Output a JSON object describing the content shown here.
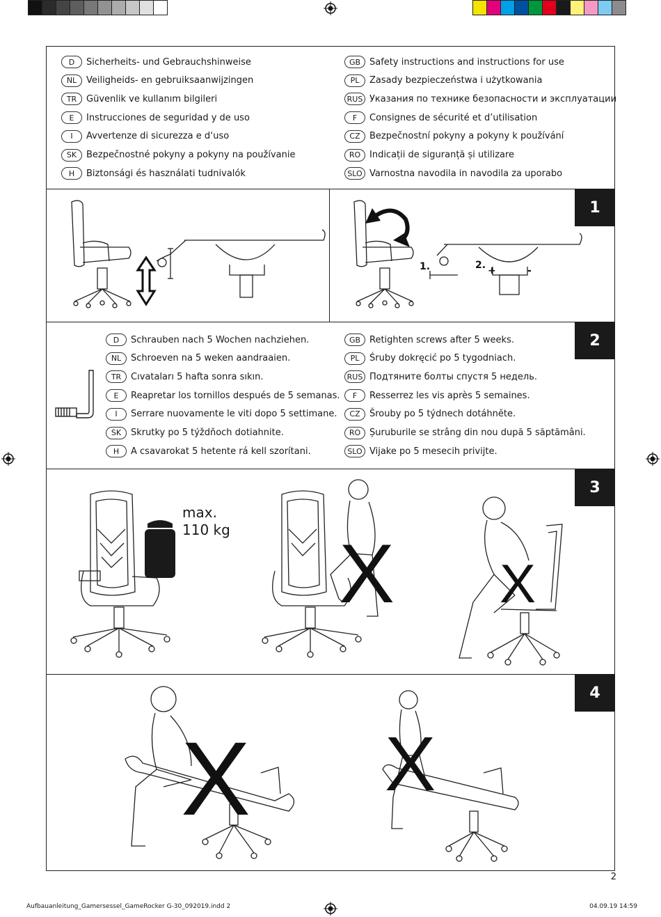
{
  "header": {
    "left_swatches": [
      "#111111",
      "#2b2b2b",
      "#444444",
      "#5e5e5e",
      "#787878",
      "#929292",
      "#acacac",
      "#c6c6c6",
      "#e0e0e0",
      "#ffffff"
    ],
    "right_swatches": [
      "#f4e400",
      "#e4007c",
      "#00a0e6",
      "#0050a0",
      "#00963c",
      "#e3001b",
      "#1a1a1a",
      "#fff27a",
      "#f59ac4",
      "#7ccbf0",
      "#8c8c8c"
    ]
  },
  "safety": {
    "left": [
      {
        "code": "D",
        "text": "Sicherheits- und Gebrauchshinweise"
      },
      {
        "code": "NL",
        "text": "Veiligheids- en gebruiksaanwijzingen"
      },
      {
        "code": "TR",
        "text": "Güvenlik ve kullanım bilgileri"
      },
      {
        "code": "E",
        "text": "Instrucciones de seguridad y de uso"
      },
      {
        "code": "I",
        "text": "Avvertenze di sicurezza e d‘uso"
      },
      {
        "code": "SK",
        "text": "Bezpečnostné pokyny a pokyny na používanie"
      },
      {
        "code": "H",
        "text": "Biztonsági és használati tudnivalók"
      }
    ],
    "right": [
      {
        "code": "GB",
        "text": "Safety instructions and instructions for use"
      },
      {
        "code": "PL",
        "text": "Zasady bezpieczeństwa i użytkowania"
      },
      {
        "code": "RUS",
        "text": "Указания по технике безопасности и эксплуатации"
      },
      {
        "code": "F",
        "text": "Consignes de sécurité et d’utilisation"
      },
      {
        "code": "CZ",
        "text": "Bezpečnostní pokyny a pokyny k používání"
      },
      {
        "code": "RO",
        "text": "Indicații de siguranță și utilizare"
      },
      {
        "code": "SLO",
        "text": "Varnostna navodila in navodila za uporabo"
      }
    ]
  },
  "step1": {
    "number": "1",
    "label_1": "1.",
    "label_2": "2.",
    "plus": "+",
    "minus": "-"
  },
  "step2": {
    "number": "2",
    "left": [
      {
        "code": "D",
        "text": "Schrauben nach 5 Wochen nachziehen."
      },
      {
        "code": "NL",
        "text": "Schroeven na 5 weken aandraaien."
      },
      {
        "code": "TR",
        "text": "Cıvataları 5 hafta sonra sıkın."
      },
      {
        "code": "E",
        "text": "Reapretar los tornillos después de 5 semanas."
      },
      {
        "code": "I",
        "text": "Serrare nuovamente le viti dopo 5 settimane."
      },
      {
        "code": "SK",
        "text": "Skrutky po 5 týždňoch dotiahnite."
      },
      {
        "code": "H",
        "text": "A csavarokat 5 hetente rá kell szorítani."
      }
    ],
    "right": [
      {
        "code": "GB",
        "text": "Retighten screws after 5 weeks."
      },
      {
        "code": "PL",
        "text": "Śruby dokręcić po 5 tygodniach."
      },
      {
        "code": "RUS",
        "text": "Подтяните болты спустя 5 недель."
      },
      {
        "code": "F",
        "text": "Resserrez les vis après 5 semaines."
      },
      {
        "code": "CZ",
        "text": "Šrouby po 5 týdnech dotáhněte."
      },
      {
        "code": "RO",
        "text": "Șuruburile se strâng din nou după 5 săptămâni."
      },
      {
        "code": "SLO",
        "text": "Vijake po 5 mesecih privijte."
      }
    ]
  },
  "step3": {
    "number": "3",
    "max_line1": "max.",
    "max_line2": "110 kg"
  },
  "step4": {
    "number": "4"
  },
  "page_number": "2",
  "footer": {
    "file": "Aufbauanleitung_Gamersessel_GameRocker G-30_092019.indd   2",
    "date": "04.09.19   14:59"
  }
}
